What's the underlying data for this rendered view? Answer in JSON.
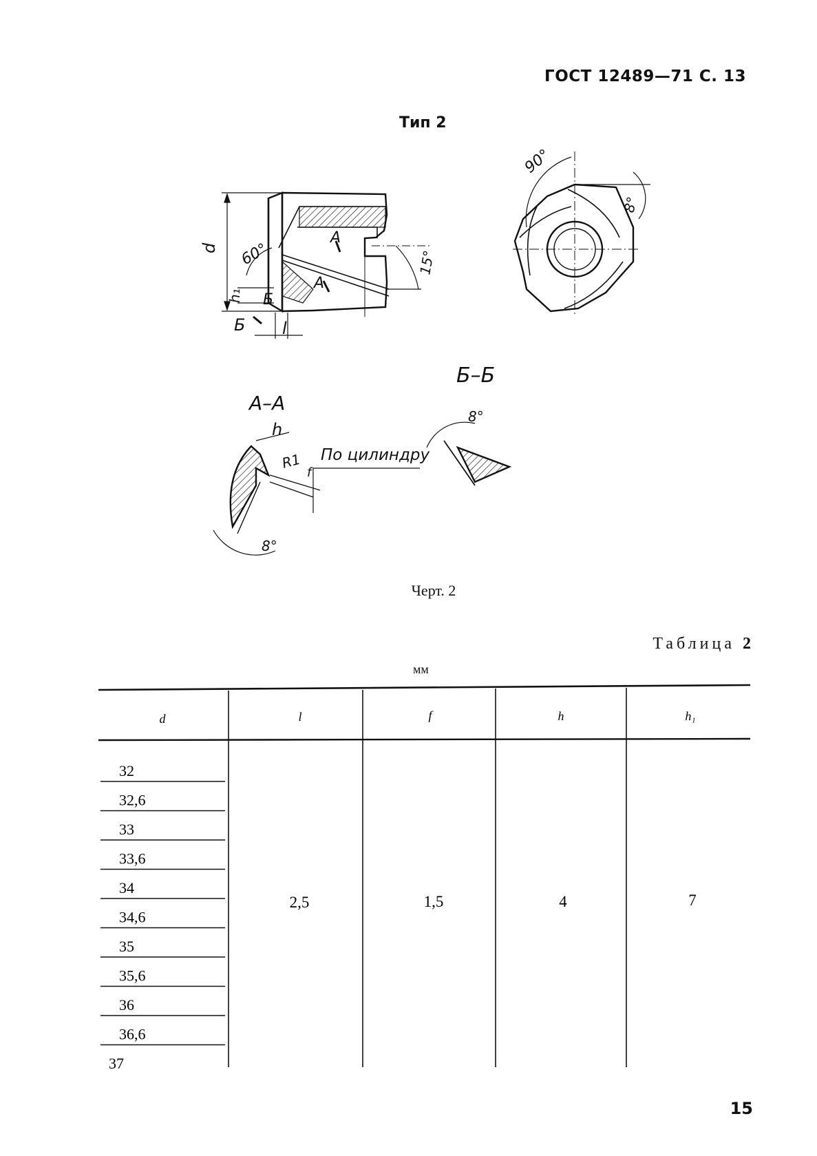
{
  "header": {
    "standard": "ГОСТ 12489—71 С. 13"
  },
  "drawing": {
    "type_label": "Тип 2",
    "labels": {
      "d": "d",
      "l": "l",
      "h1": "h₁",
      "h": "h",
      "f": "f",
      "r1": "R1",
      "A": "А",
      "B": "Б",
      "angle_60": "60°",
      "angle_15": "15°",
      "angle_90": "90°",
      "angle_8": "8°",
      "section_aa": "А–А",
      "section_bb": "Б–Б",
      "by_cylinder": "По цилиндру"
    },
    "caption": "Черт. 2"
  },
  "table": {
    "title_word": "Таблица",
    "title_number": "2",
    "unit": "мм",
    "columns": [
      "d",
      "l",
      "f",
      "h",
      "h₁"
    ],
    "d_values": [
      "32",
      "32,6",
      "33",
      "33,6",
      "34",
      "34,6",
      "35",
      "35,6",
      "36",
      "36,6",
      "37"
    ],
    "l": "2,5",
    "f": "1,5",
    "h": "4",
    "h1": "7"
  },
  "page_number": "15"
}
